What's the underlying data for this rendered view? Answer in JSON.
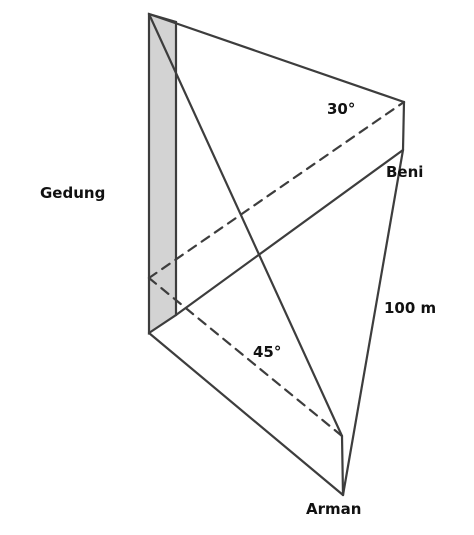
{
  "labels": {
    "building": "Gedung",
    "observer_top": "Beni",
    "observer_bottom": "Arman",
    "angle_top": "30°",
    "angle_bottom": "45°",
    "height": "100 m"
  }
}
